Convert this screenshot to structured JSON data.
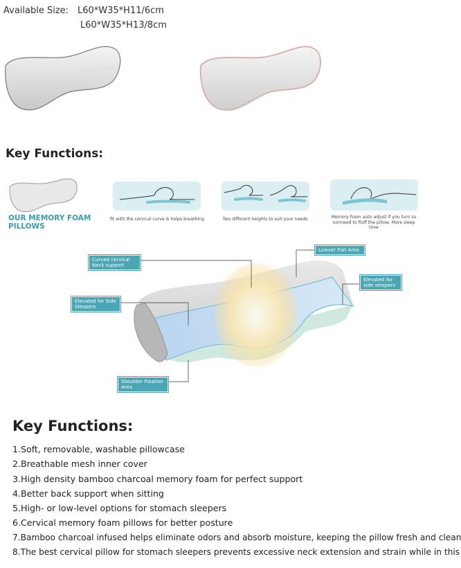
{
  "sizes": {
    "label": "Available Size:",
    "options": [
      "L60*W35*H11/6cm",
      "L60*W35*H13/8cm"
    ]
  },
  "key_functions_heading_small": "Key Functions:",
  "feature_strip": {
    "title": "OUR MEMORY FOAM PILLOWS",
    "captions": [
      "fit with the cervical curve & helps breathing",
      "Two different heights to suit your needs",
      "Memory foam auto adjust if you turn so nonneed to fluff the pillow, More sleep time"
    ]
  },
  "diagram_callouts": {
    "curved_neck": "Curved cervical Neck support",
    "lower_flat": "Lowver Flat Area",
    "elevated_right": "Elevated for side sleepers",
    "elevated_left": "Elevated for Side Sleepers",
    "shoulder": "Shoulder Fixation Area"
  },
  "key_functions_heading": "Key Functions:",
  "key_functions": [
    "1.Soft, removable, washable pillowcase",
    "2.Breathable mesh inner cover",
    "3.High density bamboo charcoal memory foam for perfect support",
    "4.Better back support when sitting",
    "5.High- or low-level options for stomach sleepers",
    "6.Cervical memory foam pillows for better posture",
    "7.Bamboo charcoal infused helps eliminate odors and absorb moisture, keeping the pillow fresh and clean",
    "8.The best cervical pillow for stomach sleepers prevents excessive neck extension and strain while in this"
  ],
  "colors": {
    "accent": "#4aa5b5",
    "heading": "#3a9db0"
  }
}
